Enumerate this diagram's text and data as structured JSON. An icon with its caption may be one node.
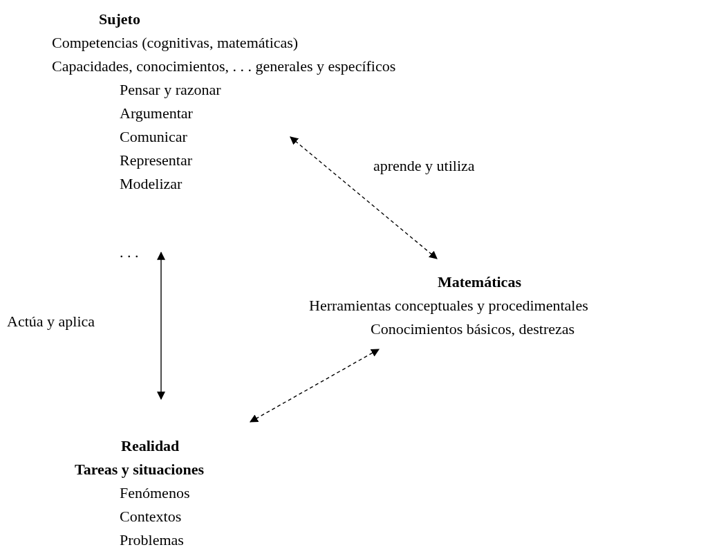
{
  "diagram": {
    "nodes": [
      {
        "text": [
          "Sujeto",
          "Competencias (cognitivas, matemáticas)",
          "Capacidades, conocimientos, . . . generales y específicos",
          "Pensar y razonar",
          "Argumentar",
          "Comunicar",
          "Representar",
          "Modelizar",
          ". . ."
        ]
      },
      {
        "text": [
          "Matemáticas",
          "Herramientas conceptuales y procedimentales",
          "Conocimientos básicos, destrezas"
        ]
      },
      {
        "text": [
          "Realidad",
          "Tareas y situaciones",
          "Fenómenos",
          "Contextos",
          "Problemas"
        ]
      }
    ],
    "edges": [
      {
        "from": 0,
        "to": 1,
        "arrow": "both",
        "style": "dashed",
        "label": "aprende y utiliza"
      },
      {
        "from": 0,
        "to": 2,
        "arrow": "both",
        "label": "Actúa y aplica"
      },
      {
        "from": 2,
        "to": 1,
        "arrow": "both",
        "style": "dashed"
      }
    ]
  }
}
